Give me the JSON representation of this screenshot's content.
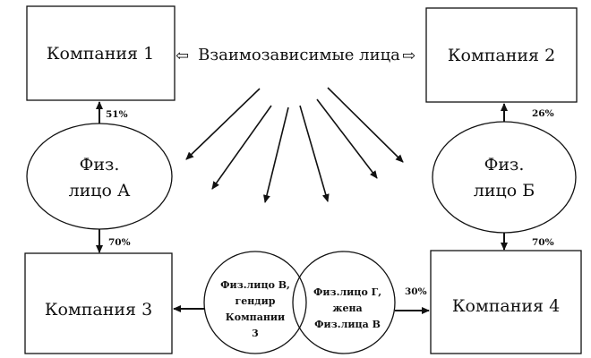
{
  "companies": {
    "c1": "Компания 1",
    "c2": "Компания 2",
    "c3": "Компания 3",
    "c4": "Компания 4"
  },
  "relation": {
    "left_arrow": "⇦",
    "label": "Взаимозависимые лица",
    "right_arrow": "⇨"
  },
  "persons": {
    "a_line1": "Физ.",
    "a_line2": "лицо А",
    "b_line1": "Физ.",
    "b_line2": "лицо Б",
    "v_lines": [
      "Физ.лицо В,",
      "гендир",
      "Компании",
      "3"
    ],
    "g_lines": [
      "Физ.лицо Г,",
      "жена",
      "Физ.лица В"
    ]
  },
  "shares": {
    "a_to_c1": "51%",
    "b_to_c2": "26%",
    "a_to_c3": "70%",
    "b_to_c4": "70%",
    "g_to_c4": "30%"
  },
  "colors": {
    "stroke": "#111111",
    "fill": "#ffffff"
  }
}
